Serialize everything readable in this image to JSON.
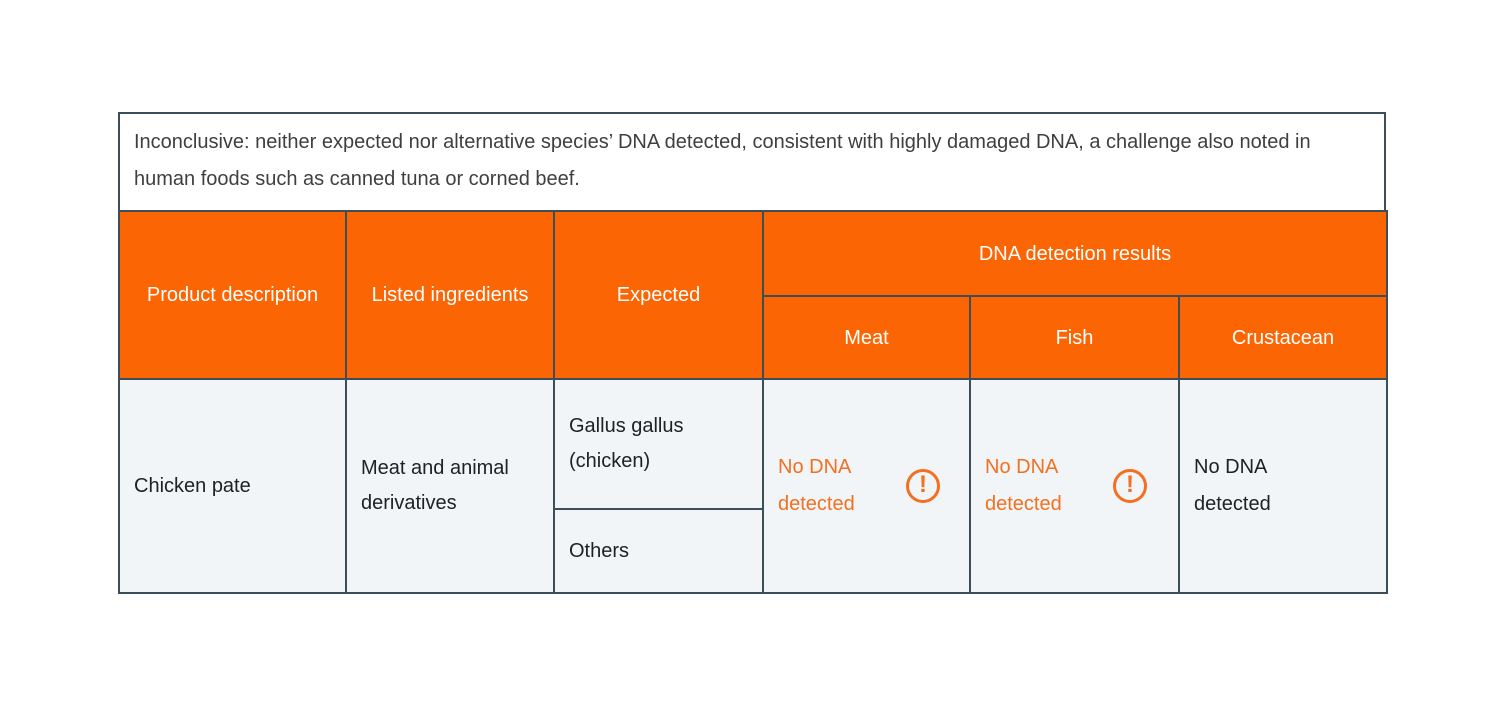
{
  "note": {
    "text": "Inconclusive: neither expected nor alternative species’ DNA detected, consistent with highly damaged DNA, a challenge also noted in human foods such as canned tuna or corned beef."
  },
  "table": {
    "headers": {
      "product": "Product description",
      "ingredients": "Listed ingredients",
      "expected": "Expected",
      "dna_group": "DNA detection results",
      "meat": "Meat",
      "fish": "Fish",
      "crustacean": "Crustacean"
    },
    "row": {
      "product": "Chicken pate",
      "ingredients": "Meat and animal derivatives",
      "expected_primary": "Gallus gallus (chicken)",
      "expected_secondary": "Others",
      "meat_result": "No DNA detected",
      "meat_flagged": "true",
      "fish_result": "No DNA detected",
      "fish_flagged": "true",
      "crustacean_result": "No DNA detected",
      "crustacean_flagged": "false"
    }
  },
  "icons": {
    "warning_glyph": "!"
  },
  "colors": {
    "header_orange": "#fb6504",
    "accent_orange": "#f2701f",
    "border": "#3c4e5a",
    "body_bg": "#f2f5f8"
  }
}
